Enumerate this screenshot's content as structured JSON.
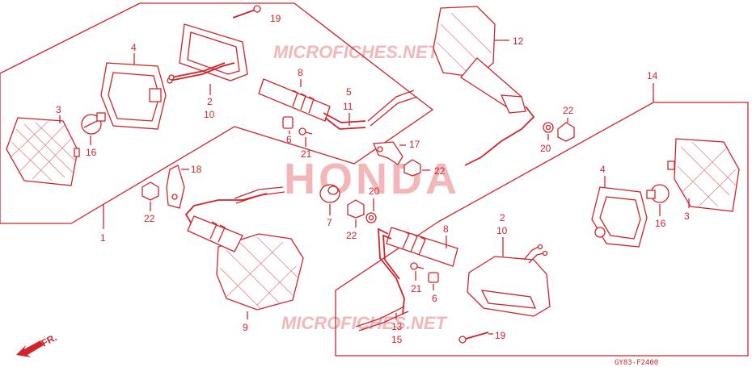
{
  "watermarks": {
    "brand": "HONDA",
    "site_top": "MICROFICHES.NET",
    "site_bottom": "MICROFICHES.NET"
  },
  "direction": {
    "label": "FR."
  },
  "diagram_code": "GY83-F2400",
  "callouts": {
    "c1": "1",
    "c2a": "2",
    "c10a": "10",
    "c3a": "3",
    "c4a": "4",
    "c16a": "16",
    "c19a": "19",
    "c8a": "8",
    "c5": "5",
    "c11": "11",
    "c6a": "6",
    "c21a": "21",
    "c12": "12",
    "c22a": "22",
    "c20a": "20",
    "c17": "17",
    "c22b": "22",
    "c18": "18",
    "c22c": "22",
    "c7": "7",
    "c22d": "22",
    "c20b": "20",
    "c9": "9",
    "c14": "14",
    "c4b": "4",
    "c16b": "16",
    "c3b": "3",
    "c2b": "2",
    "c10b": "10",
    "c8b": "8",
    "c21b": "21",
    "c6b": "6",
    "c13": "13",
    "c15": "15",
    "c19b": "19"
  }
}
